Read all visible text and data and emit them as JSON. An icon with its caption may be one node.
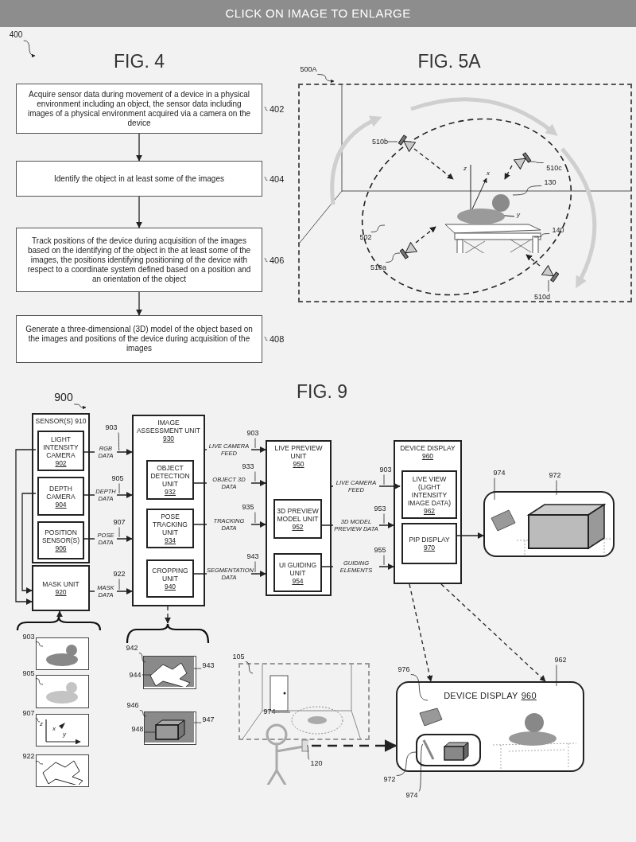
{
  "diagram": {
    "nodes": [
      {
        "text": [
          "400"
        ]
      },
      {
        "text": [
          "Acquire sensor data during movement of a device in a physical environment including an object, the sensor data including images of a physical environment acquired via a camera on the device"
        ],
        "beside": [
          "402"
        ]
      },
      {
        "text": [
          "Identify the object in at least some of the images"
        ],
        "beside": [
          "404"
        ]
      },
      {
        "text": [
          "Track positions of the device during acquisition of the images based on the identifying of the object in the at least some of the images, the positions identifying positioning of the device with respect to a coordinate system defined based on a position and an orientation of the object"
        ],
        "beside": [
          "406"
        ]
      },
      {
        "text": [
          "Generate a three-dimensional (3D) model of the object based on the images and positions of the device during acquisition of the images"
        ],
        "beside": [
          "408"
        ]
      },
      {
        "text": [
          "500A"
        ]
      },
      {
        "text": [],
        "shape": "box"
      },
      {
        "text": [],
        "shape": "picture",
        "in": 6
      },
      {
        "text": [],
        "shape": "camera",
        "in": 6
      },
      {
        "text": [],
        "shape": "camera",
        "in": 6
      },
      {
        "text": [],
        "shape": "camera",
        "in": 6
      },
      {
        "text": [],
        "shape": "camera",
        "in": 6
      },
      {
        "text": [
          "510b"
        ],
        "in": 6
      },
      {
        "text": [
          "510c"
        ],
        "in": 6
      },
      {
        "text": [
          "130"
        ],
        "in": 6
      },
      {
        "text": [
          "502"
        ],
        "in": 6
      },
      {
        "text": [
          "140"
        ],
        "in": 6
      },
      {
        "text": [
          "510a"
        ],
        "in": 6
      },
      {
        "text": [
          "510d"
        ],
        "in": 6
      },
      {
        "text": [
          "900"
        ]
      },
      {
        "text": [
          "SENSOR(S) 910"
        ]
      },
      {
        "text": [
          "LIGHT INTENSITY CAMERA",
          "902"
        ],
        "in": 20
      },
      {
        "text": [
          "DEPTH CAMERA",
          "904"
        ],
        "in": 20
      },
      {
        "text": [
          "POSITION SENSOR(S)",
          "906"
        ],
        "in": 20
      },
      {
        "text": [
          "MASK UNIT",
          "920"
        ]
      },
      {
        "text": [
          "IMAGE ASSESSMENT UNIT",
          "930"
        ]
      },
      {
        "text": [
          "OBJECT DETECTION UNIT",
          "932"
        ],
        "in": 25
      },
      {
        "text": [
          "POSE TRACKING UNIT",
          "934"
        ],
        "in": 25
      },
      {
        "text": [
          "CROPPING UNIT",
          "940"
        ],
        "in": 25
      },
      {
        "text": [
          "LIVE PREVIEW UNIT",
          "950"
        ]
      },
      {
        "text": [
          "3D PREVIEW MODEL UNIT",
          "952"
        ],
        "in": 29
      },
      {
        "text": [
          "UI GUIDING UNIT",
          "954"
        ],
        "in": 29
      },
      {
        "text": [
          "DEVICE DISPLAY",
          "960"
        ]
      },
      {
        "text": [
          "LIVE VIEW (LIGHT INTENSITY IMAGE DATA)",
          "962"
        ],
        "in": 32
      },
      {
        "text": [
          "PIP DISPLAY",
          "970"
        ],
        "in": 32
      },
      {
        "text": [],
        "shape": "picture"
      },
      {
        "text": [
          "974"
        ]
      },
      {
        "text": [
          "972"
        ]
      },
      {
        "text": [
          "903"
        ]
      },
      {
        "text": [
          "905"
        ]
      },
      {
        "text": [
          "907"
        ]
      },
      {
        "text": [
          "922"
        ]
      },
      {
        "text": [
          "903"
        ]
      },
      {
        "text": [
          "933"
        ]
      },
      {
        "text": [
          "935"
        ]
      },
      {
        "text": [
          "943"
        ]
      },
      {
        "text": [
          "903"
        ]
      },
      {
        "text": [
          "953"
        ]
      },
      {
        "text": [
          "955"
        ]
      },
      {
        "text": [],
        "shape": "picture"
      },
      {
        "text": [],
        "shape": "picture"
      },
      {
        "text": [],
        "shape": "picture"
      },
      {
        "text": [],
        "shape": "picture"
      },
      {
        "text": [
          "903"
        ]
      },
      {
        "text": [
          "905"
        ]
      },
      {
        "text": [
          "907"
        ]
      },
      {
        "text": [
          "922"
        ]
      },
      {
        "text": [],
        "shape": "picture"
      },
      {
        "text": [],
        "shape": "picture"
      },
      {
        "text": [
          "942"
        ]
      },
      {
        "text": [
          "944"
        ]
      },
      {
        "text": [
          "943"
        ]
      },
      {
        "text": [
          "946"
        ]
      },
      {
        "text": [
          "948"
        ]
      },
      {
        "text": [
          "947"
        ]
      },
      {
        "text": [],
        "shape": "picture"
      },
      {
        "text": [],
        "shape": "person"
      },
      {
        "text": [
          "105"
        ]
      },
      {
        "text": [
          "974"
        ],
        "in": 65
      },
      {
        "text": [
          "120"
        ]
      },
      {
        "text": [
          "DEVICE DISPLAY",
          "960"
        ]
      },
      {
        "text": [],
        "shape": "picture",
        "in": 70
      },
      {
        "text": [
          "976"
        ]
      },
      {
        "text": [
          "962"
        ]
      },
      {
        "text": [
          "972"
        ]
      },
      {
        "text": [
          "974"
        ]
      },
      {
        "text": [],
        "shape": "brace"
      },
      {
        "text": [],
        "shape": "brace"
      }
    ],
    "edges": [
      {
        "from": 0,
        "to": null,
        "arrow": "to"
      },
      {
        "from": 1,
        "to": 2,
        "arrow": "to"
      },
      {
        "from": 2,
        "to": 3,
        "arrow": "to"
      },
      {
        "from": 3,
        "to": 4,
        "arrow": "to"
      },
      {
        "from": 5,
        "to": null,
        "arrow": "to"
      },
      {
        "from": 9,
        "to": 7,
        "arrow": "to",
        "style": "dashed"
      },
      {
        "from": 10,
        "to": 7,
        "arrow": "to",
        "style": "dashed"
      },
      {
        "from": 8,
        "to": 7,
        "arrow": "to",
        "style": "dashed"
      },
      {
        "from": 11,
        "to": 7,
        "arrow": "to",
        "style": "dashed"
      },
      {
        "from": 12,
        "to": 9,
        "arrow": "none"
      },
      {
        "from": 13,
        "to": 10,
        "arrow": "none"
      },
      {
        "from": 14,
        "to": 7,
        "arrow": "none"
      },
      {
        "from": 15,
        "to": null,
        "arrow": "none"
      },
      {
        "from": 16,
        "to": 7,
        "arrow": "none"
      },
      {
        "from": 17,
        "to": 8,
        "arrow": "none"
      },
      {
        "from": 18,
        "to": 11,
        "arrow": "none"
      },
      {
        "from": 19,
        "to": null,
        "arrow": "to"
      },
      {
        "from": 21,
        "to": 25,
        "arrow": "to",
        "label": "RGB DATA"
      },
      {
        "from": 22,
        "to": 25,
        "arrow": "to",
        "label": "DEPTH DATA"
      },
      {
        "from": 23,
        "to": 25,
        "arrow": "to",
        "label": "POSE DATA"
      },
      {
        "from": 24,
        "to": 25,
        "arrow": "to",
        "label": "MASK DATA"
      },
      {
        "from": 21,
        "to": 24,
        "arrow": "to"
      },
      {
        "from": 22,
        "to": 24,
        "arrow": "to"
      },
      {
        "from": 25,
        "to": 29,
        "arrow": "to",
        "label": "LIVE CAMERA FEED"
      },
      {
        "from": 26,
        "to": 29,
        "arrow": "to",
        "label": "OBJECT 3D DATA"
      },
      {
        "from": 27,
        "to": 29,
        "arrow": "to",
        "label": "TRACKING DATA"
      },
      {
        "from": 28,
        "to": 29,
        "arrow": "to",
        "label": "SEGMENTATION DATA"
      },
      {
        "from": 29,
        "to": 33,
        "arrow": "to",
        "label": "LIVE CAMERA FEED"
      },
      {
        "from": 30,
        "to": 32,
        "arrow": "to",
        "label": "3D MODEL PREVIEW DATA"
      },
      {
        "from": 31,
        "to": 32,
        "arrow": "to",
        "label": "GUIDING ELEMENTS"
      },
      {
        "from": 34,
        "to": 35,
        "arrow": "to"
      },
      {
        "from": 36,
        "to": 35,
        "arrow": "none"
      },
      {
        "from": 37,
        "to": 35,
        "arrow": "none"
      },
      {
        "from": 38,
        "to": null,
        "arrow": "none"
      },
      {
        "from": 39,
        "to": null,
        "arrow": "none"
      },
      {
        "from": 40,
        "to": null,
        "arrow": "none"
      },
      {
        "from": 41,
        "to": null,
        "arrow": "none"
      },
      {
        "from": 42,
        "to": null,
        "arrow": "none"
      },
      {
        "from": 43,
        "to": null,
        "arrow": "none"
      },
      {
        "from": 44,
        "to": null,
        "arrow": "none"
      },
      {
        "from": 45,
        "to": null,
        "arrow": "none"
      },
      {
        "from": 46,
        "to": null,
        "arrow": "none"
      },
      {
        "from": 47,
        "to": null,
        "arrow": "none"
      },
      {
        "from": 48,
        "to": null,
        "arrow": "none"
      },
      {
        "from": 25,
        "to": 77,
        "arrow": "to",
        "style": "dashed"
      },
      {
        "from": 76,
        "to": 24,
        "arrow": "to"
      },
      {
        "from": 53,
        "to": 49,
        "arrow": "none"
      },
      {
        "from": 54,
        "to": 50,
        "arrow": "none"
      },
      {
        "from": 55,
        "to": 51,
        "arrow": "none"
      },
      {
        "from": 56,
        "to": 52,
        "arrow": "none"
      },
      {
        "from": 59,
        "to": 57,
        "arrow": "none"
      },
      {
        "from": 60,
        "to": 57,
        "arrow": "none"
      },
      {
        "from": 61,
        "to": 57,
        "arrow": "none"
      },
      {
        "from": 62,
        "to": 58,
        "arrow": "none"
      },
      {
        "from": 63,
        "to": 58,
        "arrow": "none"
      },
      {
        "from": 64,
        "to": 58,
        "arrow": "none"
      },
      {
        "from": 67,
        "to": 65,
        "arrow": "none"
      },
      {
        "from": 68,
        "to": null,
        "arrow": "none"
      },
      {
        "from": 69,
        "to": 66,
        "arrow": "none"
      },
      {
        "from": 32,
        "to": 70,
        "arrow": "to",
        "style": "dashed"
      },
      {
        "from": 32,
        "to": 70,
        "arrow": "to",
        "style": "dashed"
      },
      {
        "from": 66,
        "to": 70,
        "arrow": "to",
        "style": "dashed"
      },
      {
        "from": 72,
        "to": null,
        "arrow": "none"
      },
      {
        "from": 73,
        "to": 70,
        "arrow": "none"
      },
      {
        "from": 74,
        "to": 71,
        "arrow": "none"
      },
      {
        "from": 75,
        "to": 71,
        "arrow": "none"
      }
    ],
    "labels": [
      "CLICK ON IMAGE TO ENLARGE",
      "FIG. 4",
      "FIG. 5A",
      "z",
      "x",
      "y",
      "FIG. 9",
      "z",
      "x",
      "y"
    ]
  }
}
